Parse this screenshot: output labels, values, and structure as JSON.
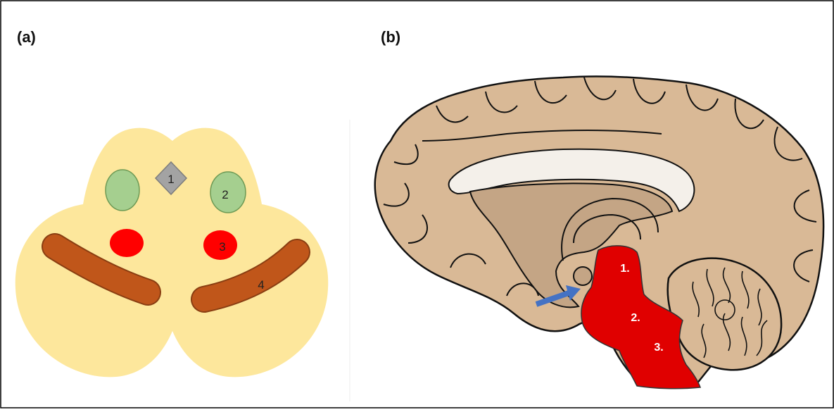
{
  "panels": {
    "a": {
      "label": "(a)",
      "markers": {
        "m1": "1",
        "m2": "2",
        "m3": "3",
        "m4": "4"
      }
    },
    "b": {
      "label": "(b)",
      "markers": {
        "m1": "1.",
        "m2": "2.",
        "m3": "3."
      }
    }
  },
  "colors": {
    "background_yellow": "#fde79c",
    "green_oval": "#a5cf8f",
    "red_spot": "#ff0000",
    "brown_band": "#c0561a",
    "gray_diamond": "#a3a3a3",
    "brain_tan": "#d9b996",
    "brain_inner": "#c4a585",
    "brainstem_red": "#e00000",
    "arrow_blue": "#4472c4"
  }
}
